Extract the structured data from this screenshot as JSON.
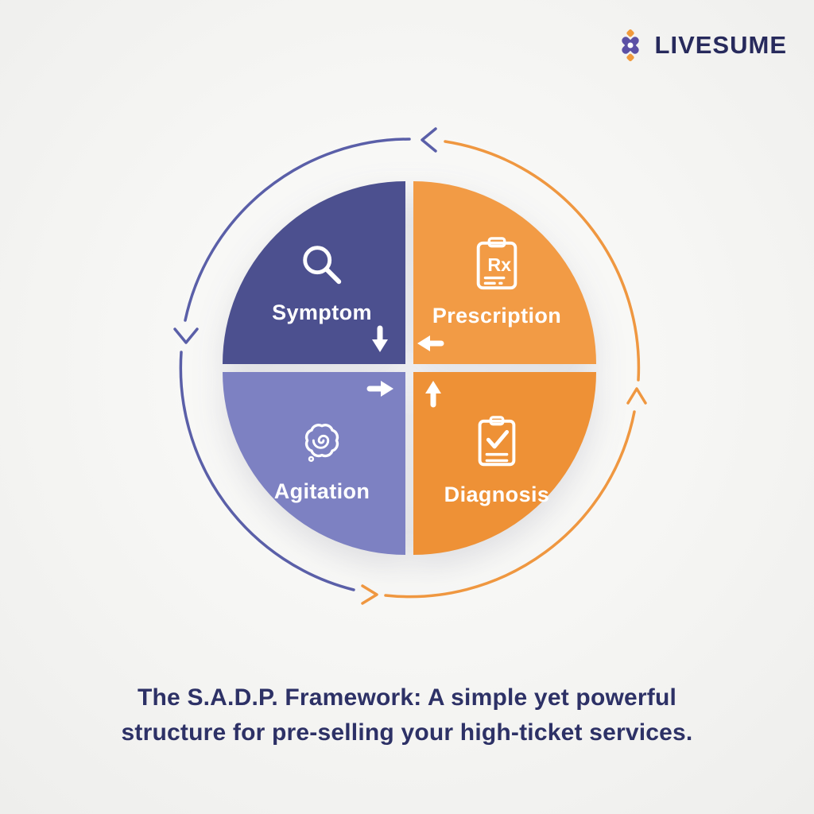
{
  "brand": {
    "name": "LIVESUME",
    "logo_icon": "knot-flower-icon",
    "colors": {
      "text": "#272a5c",
      "purple": "#5b50a5",
      "orange": "#f09a3c"
    }
  },
  "diagram": {
    "ring": {
      "blue": "#5a5fa8",
      "orange": "#ef9740"
    },
    "arrow_color": "#ffffff",
    "quadrants": [
      {
        "label": "Symptom",
        "icon": "magnifier-icon",
        "color": "#4c508f",
        "position": "top-left"
      },
      {
        "label": "Prescription",
        "icon": "rx-clipboard-icon",
        "color": "#f29b45",
        "position": "top-right",
        "icon_text": "Rx"
      },
      {
        "label": "Agitation",
        "icon": "brain-swirl-icon",
        "color": "#7d81c2",
        "position": "bottom-left"
      },
      {
        "label": "Diagnosis",
        "icon": "checklist-clipboard-icon",
        "color": "#ee9136",
        "position": "bottom-right"
      }
    ],
    "flow": [
      "Symptom → Agitation",
      "Agitation → Diagnosis",
      "Diagnosis → Prescription",
      "Prescription → Symptom"
    ]
  },
  "caption": {
    "line1": "The S.A.D.P. Framework: A simple yet powerful",
    "line2": "structure for pre-selling your high-ticket services."
  }
}
